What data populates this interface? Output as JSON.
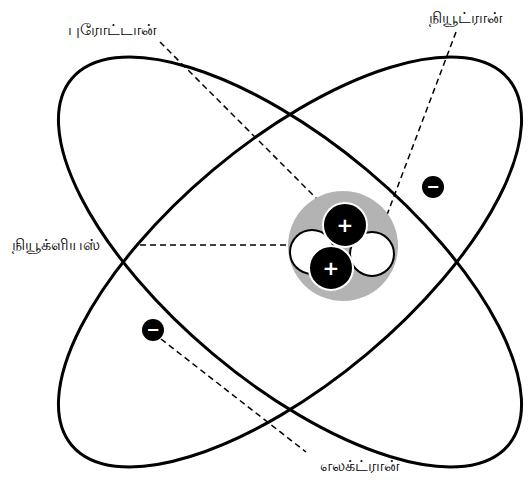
{
  "diagram": {
    "labels": [
      "புரோட்டான்",
      "நியூட்ரான்",
      "நியூக்ளியஸ்",
      "எலக்ட்ரான்",
      "+",
      "+",
      "−",
      "−"
    ]
  }
}
